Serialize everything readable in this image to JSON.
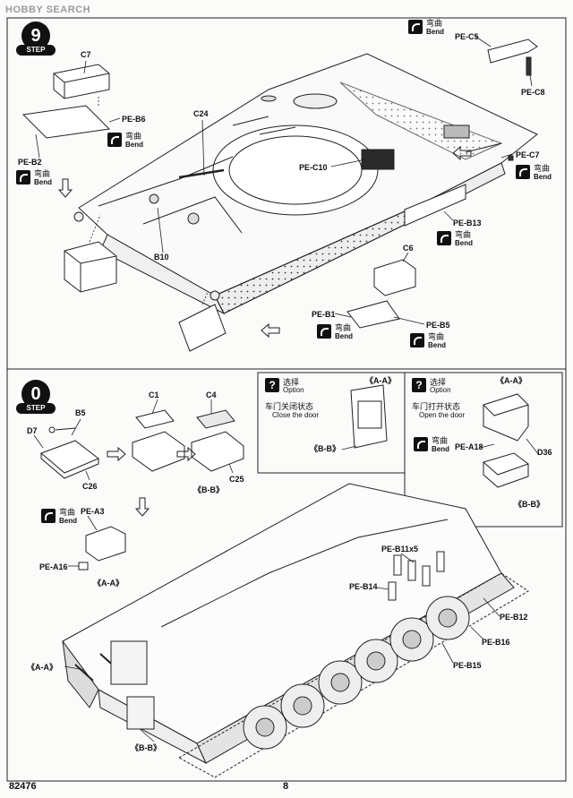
{
  "watermark": "HOBBY SEARCH",
  "footer": {
    "code": "82476",
    "page_number": "8"
  },
  "steps": [
    {
      "number": "9",
      "label": "STEP"
    },
    {
      "number": "0",
      "label": "STEP"
    }
  ],
  "bend": {
    "cn": "弯曲",
    "en": "Bend"
  },
  "option_close": {
    "mark": "?",
    "title_cn": "选择",
    "title_en": "Option",
    "desc_cn": "车门关闭状态",
    "desc_en": "Close the door"
  },
  "option_open": {
    "mark": "?",
    "title_cn": "选择",
    "title_en": "Option",
    "desc_cn": "车门打开状态",
    "desc_en": "Open the door"
  },
  "callouts": {
    "step9": {
      "c7": "C7",
      "pe_b6": "PE-B6",
      "pe_b2": "PE-B2",
      "c24": "C24",
      "pe_c5": "PE-C5",
      "pe_c8": "PE-C8",
      "pe_c10": "PE-C10",
      "pe_c7": "PE-C7",
      "pe_b13": "PE-B13",
      "b10": "B10",
      "c6": "C6",
      "pe_b1": "PE-B1",
      "pe_b5": "PE-B5"
    },
    "step10": {
      "b5": "B5",
      "d7": "D7",
      "c26": "C26",
      "c1": "C1",
      "c4": "C4",
      "bb1": "《B-B》",
      "c25": "C25",
      "pe_a3": "PE-A3",
      "pe_a16": "PE-A16",
      "aa1": "《A-A》",
      "opt1_aa": "《A-A》",
      "opt1_bb": "《B-B》",
      "opt2_aa": "《A-A》",
      "pe_a18": "PE-A18",
      "d36": "D36",
      "opt2_bb": "《B-B》",
      "pe_b11x5": "PE-B11x5",
      "pe_b14": "PE-B14",
      "pe_b12": "PE-B12",
      "pe_b16": "PE-B16",
      "pe_b15": "PE-B15",
      "aa2": "《A-A》",
      "bb2": "《B-B》"
    }
  }
}
